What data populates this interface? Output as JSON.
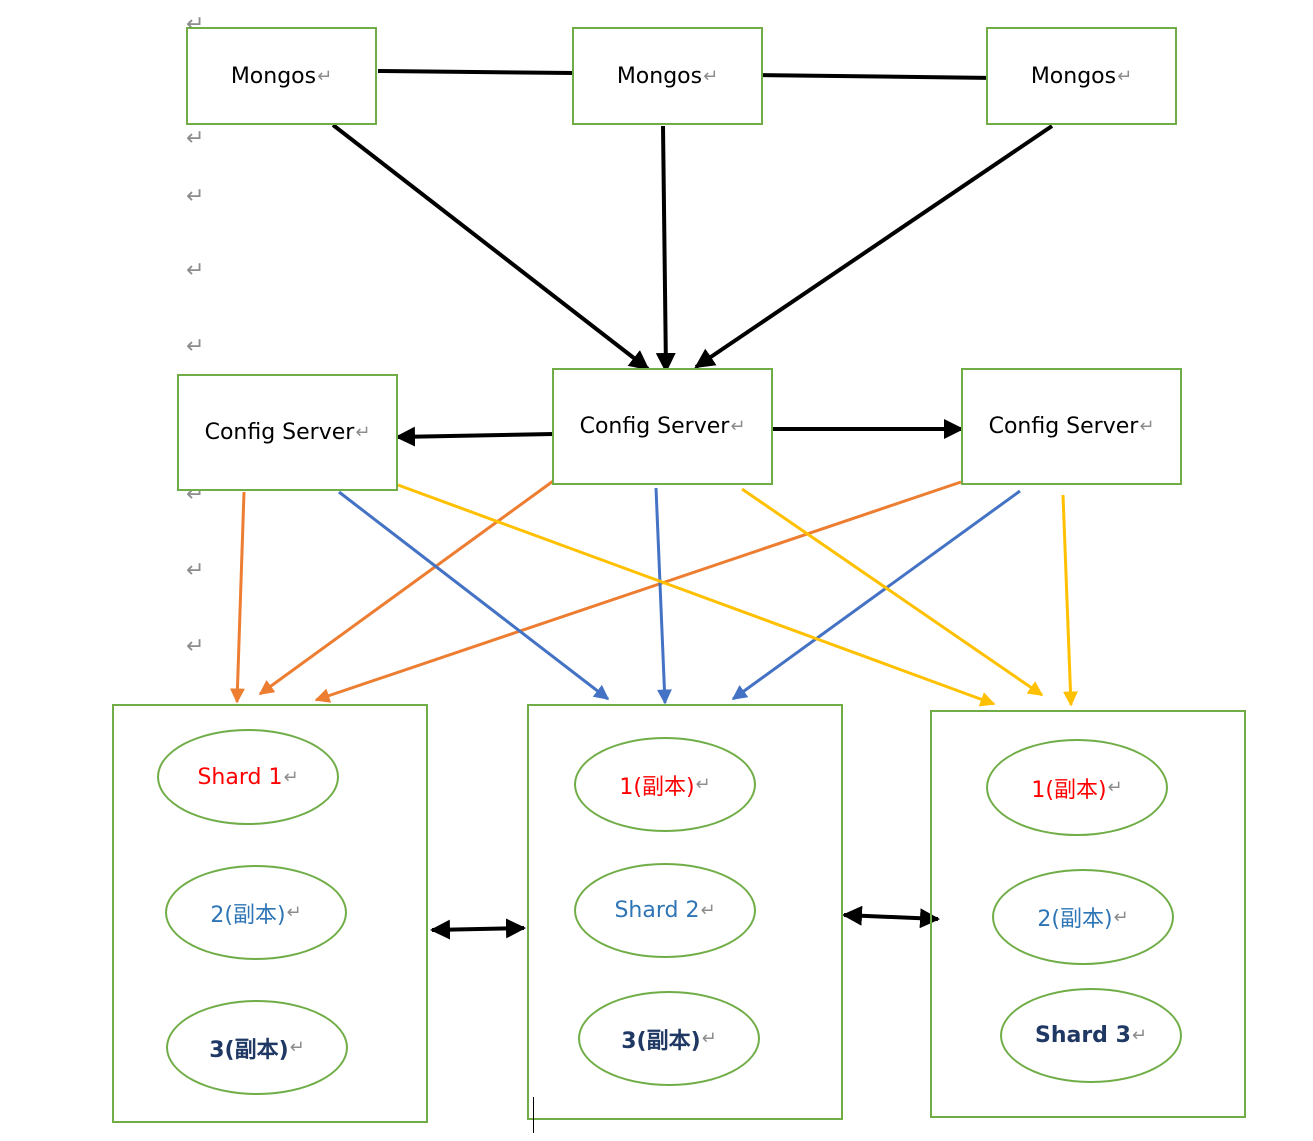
{
  "paragraph_mark": "↵",
  "colors": {
    "box_border": "#70ad47",
    "black": "#000000",
    "orange": "#ed7d31",
    "blue": "#4472c4",
    "yellow": "#ffc000",
    "red_text": "#ff0000",
    "blue_text": "#2e75b6",
    "navy_text": "#1f3864"
  },
  "mongos": [
    {
      "label": "Mongos"
    },
    {
      "label": "Mongos"
    },
    {
      "label": "Mongos"
    }
  ],
  "config_servers": [
    {
      "label": "Config Server"
    },
    {
      "label": "Config Server"
    },
    {
      "label": "Config Server"
    }
  ],
  "shard_panels": [
    {
      "items": [
        {
          "label": "Shard 1",
          "color": "#ff0000",
          "bold": false
        },
        {
          "label": "2(副本)",
          "color": "#2e75b6",
          "bold": false
        },
        {
          "label": "3(副本)",
          "color": "#1f3864",
          "bold": true
        }
      ]
    },
    {
      "items": [
        {
          "label": "1(副本)",
          "color": "#ff0000",
          "bold": false
        },
        {
          "label": "Shard 2",
          "color": "#2e75b6",
          "bold": false
        },
        {
          "label": "3(副本)",
          "color": "#1f3864",
          "bold": true
        }
      ]
    },
    {
      "items": [
        {
          "label": "1(副本)",
          "color": "#ff0000",
          "bold": false
        },
        {
          "label": "2(副本)",
          "color": "#2e75b6",
          "bold": false
        },
        {
          "label": "Shard 3",
          "color": "#1f3864",
          "bold": true
        }
      ]
    }
  ]
}
